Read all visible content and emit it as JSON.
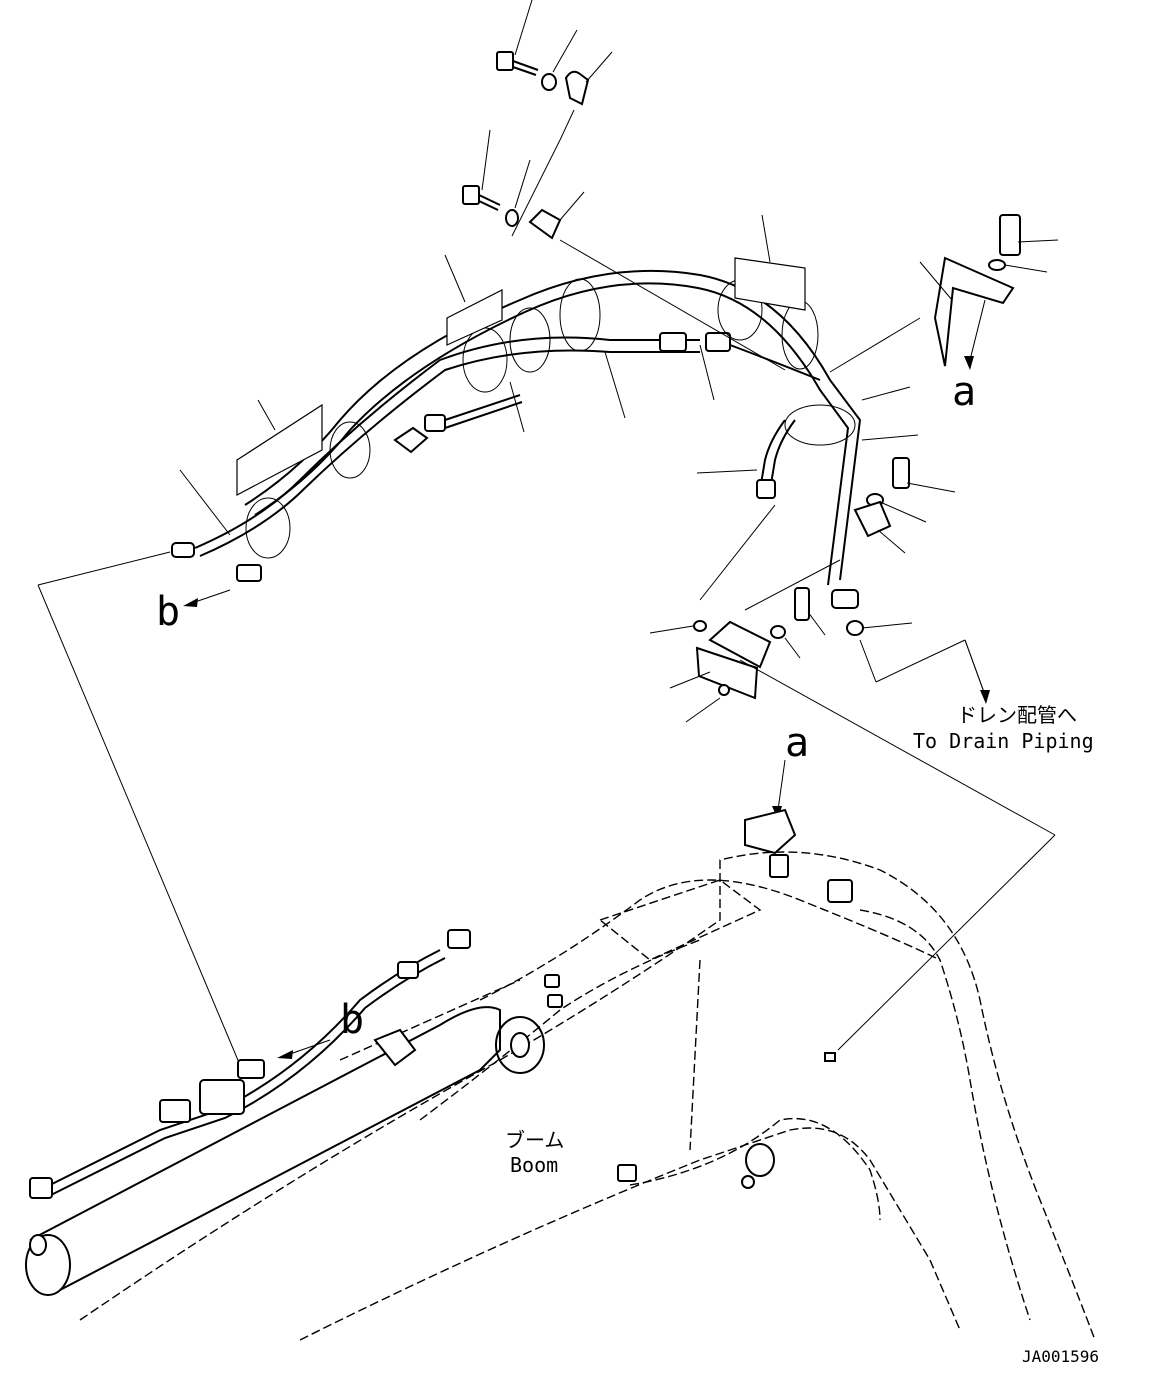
{
  "labels": {
    "callout_a_top": "a",
    "callout_a_bottom": "a",
    "callout_b_top": "b",
    "callout_b_bottom": "b",
    "drain_jp": "ドレン配管へ",
    "drain_en": "To Drain Piping",
    "boom_jp": "ブーム",
    "boom_en": "Boom",
    "figure_id": "JA001596"
  }
}
